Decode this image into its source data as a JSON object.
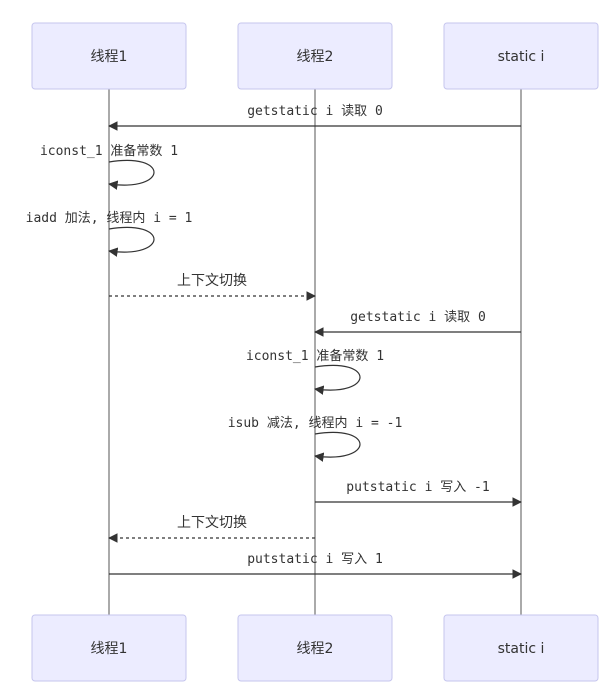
{
  "participants": [
    {
      "id": "t1",
      "label": "线程1"
    },
    {
      "id": "t2",
      "label": "线程2"
    },
    {
      "id": "si",
      "label": "static i"
    }
  ],
  "messages": [
    {
      "from": "si",
      "to": "t1",
      "text": "getstatic i 读取 0",
      "style": "solid"
    },
    {
      "from": "t1",
      "to": "t1",
      "text": "iconst_1 准备常数 1",
      "style": "solid"
    },
    {
      "from": "t1",
      "to": "t1",
      "text": "iadd 加法, 线程内 i = 1",
      "style": "solid"
    },
    {
      "from": "t1",
      "to": "t2",
      "text": "上下文切换",
      "style": "dashed"
    },
    {
      "from": "si",
      "to": "t2",
      "text": "getstatic i 读取 0",
      "style": "solid"
    },
    {
      "from": "t2",
      "to": "t2",
      "text": "iconst_1 准备常数 1",
      "style": "solid"
    },
    {
      "from": "t2",
      "to": "t2",
      "text": "isub 减法, 线程内 i = -1",
      "style": "solid"
    },
    {
      "from": "t2",
      "to": "si",
      "text": "putstatic i 写入 -1",
      "style": "solid"
    },
    {
      "from": "t2",
      "to": "t1",
      "text": "上下文切换",
      "style": "dashed"
    },
    {
      "from": "t1",
      "to": "si",
      "text": "putstatic i 写入 1",
      "style": "solid"
    }
  ]
}
